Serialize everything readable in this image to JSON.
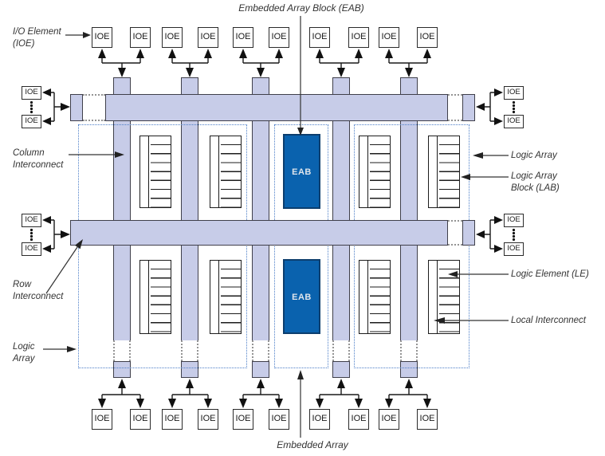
{
  "labels": {
    "eab_block_pointer": "Embedded Array Block (EAB)",
    "io_element_line1": "I/O Element",
    "io_element_line2": "(IOE)",
    "ioe": "IOE",
    "eab": "EAB",
    "column_interconnect_line1": "Column",
    "column_interconnect_line2": "Interconnect",
    "row_interconnect_line1": "Row",
    "row_interconnect_line2": "Interconnect",
    "logic_array_left_line1": "Logic",
    "logic_array_left_line2": "Array",
    "logic_array_right": "Logic Array",
    "lab_line1": "Logic Array",
    "lab_line2": "Block (LAB)",
    "logic_element": "Logic Element (LE)",
    "local_interconnect": "Local Interconnect",
    "embedded_array": "Embedded Array"
  },
  "colors": {
    "interconnect_fill": "#c7cce8",
    "eab_fill": "#0a62ae",
    "dashed_border": "#4c7ec8",
    "label_text": "#333333",
    "line_color": "#1a1a1a"
  },
  "structure": {
    "top_ioe_count": 10,
    "bottom_ioe_count": 10,
    "side_ioe_pair_count": 4,
    "lab_count": 8,
    "eab_count": 2,
    "les_per_lab": 8
  }
}
